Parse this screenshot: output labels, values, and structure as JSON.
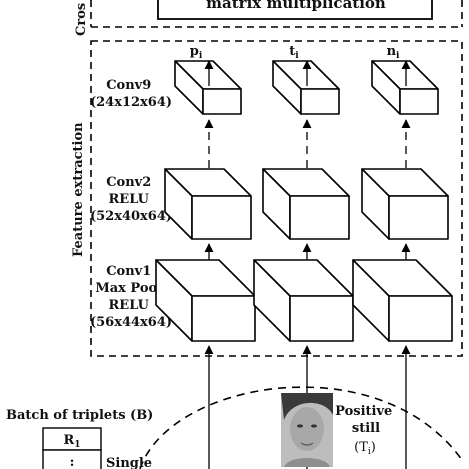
{
  "cross_section": {
    "side_label": "Cros",
    "box_text": "matrix multiplication"
  },
  "feature_extraction": {
    "side_label": "Feature extraction",
    "outputs": [
      {
        "main": "p",
        "sub": "i"
      },
      {
        "main": "t",
        "sub": "i"
      },
      {
        "main": "n",
        "sub": "i"
      }
    ],
    "layers": [
      {
        "lines": [
          "Conv9",
          "(24x12x64)"
        ]
      },
      {
        "lines": [
          "Conv2",
          "RELU",
          "(52x40x64)"
        ]
      },
      {
        "lines": [
          "Conv1",
          "Max Pool",
          "RELU",
          "(56x44x64)"
        ]
      }
    ]
  },
  "batch": {
    "title": "Batch of triplets (B)",
    "row_main": "R",
    "row_sub": "1",
    "row2": ":",
    "single_label": "Single"
  },
  "positive": {
    "line1": "Positive",
    "line2": "still",
    "paren_main": "(T",
    "paren_sub": "i",
    "paren_end": ")"
  }
}
